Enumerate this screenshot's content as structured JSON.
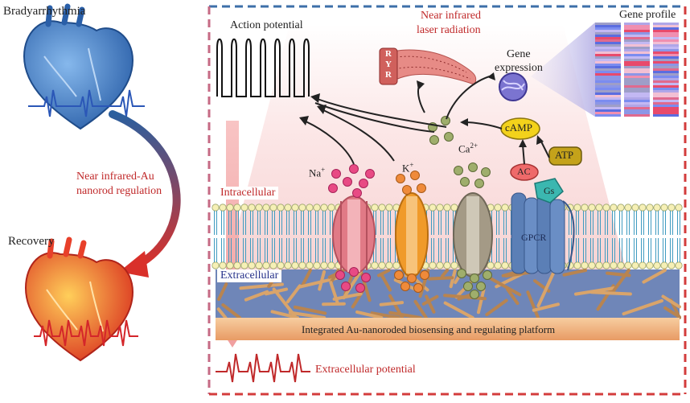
{
  "left_panel": {
    "top_label": "Bradyarrhythmia",
    "regulation_line1": "Near infrared-Au",
    "regulation_line2": "nanorod regulation",
    "bottom_label": "Recovery"
  },
  "main_panel": {
    "action_potential": "Action potential",
    "laser_line1": "Near infrared",
    "laser_line2": "laser radiation",
    "gene_profile": "Gene profile",
    "gene_expression_line1": "Gene",
    "gene_expression_line2": "expression",
    "ryr_letters": [
      "R",
      "Y",
      "R"
    ],
    "camp": "cAMP",
    "atp": "ATP",
    "ac": "AC",
    "gs": "Gs",
    "gpcr": "GPCR",
    "na_ion": "Na",
    "k_ion": "K",
    "ca_ion": "Ca",
    "plus": "+",
    "ca_charge": "2+",
    "intracellular": "Intracellular",
    "extracellular": "Extracellular",
    "platform": "Integrated Au-nanoroded biosensing and regulating platform",
    "extracellular_potential": "Extracellular potential"
  },
  "colors": {
    "frame_blue": "#3d6fa8",
    "frame_red": "#d33c3c",
    "label_red": "#c0292a",
    "label_blue": "#27338b",
    "heart_blue": "#3a78c6",
    "heart_red": "#e8402a",
    "na_channel": "#e17a86",
    "k_channel": "#f09a2a",
    "ca_channel": "#a49a86",
    "gpcr": "#5b7fb6",
    "camp_fill": "#f3d21b"
  }
}
